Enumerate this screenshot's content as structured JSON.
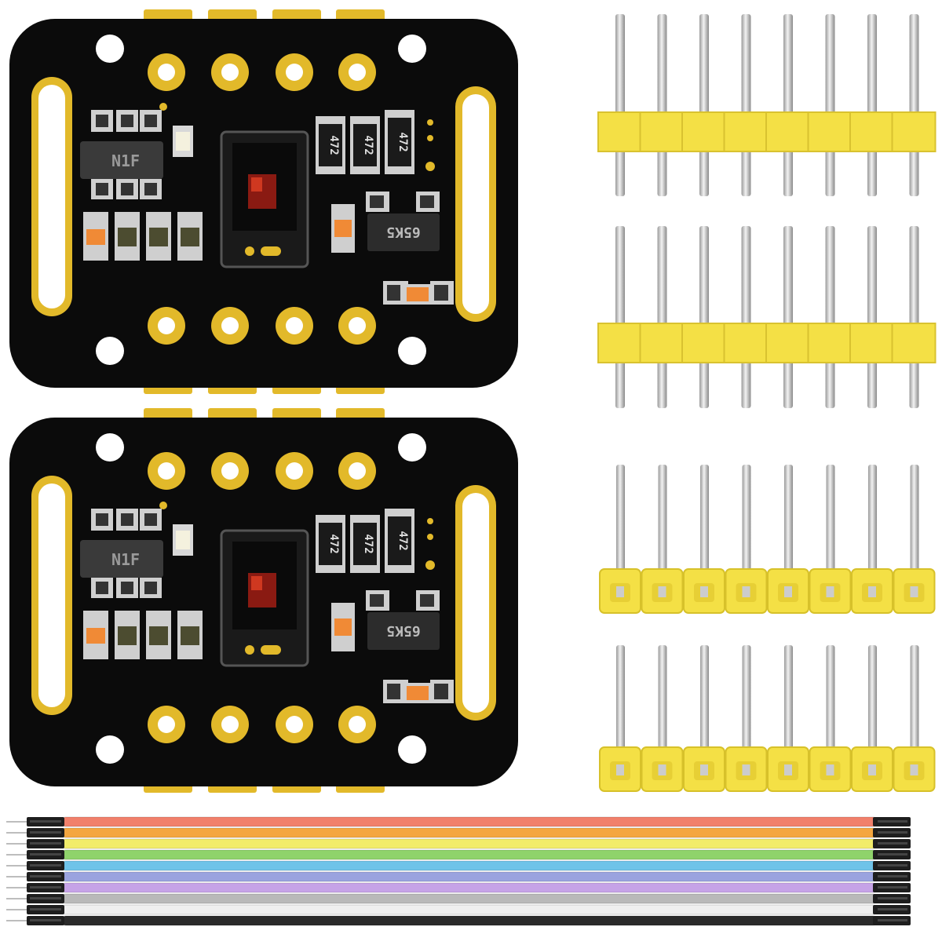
{
  "product": {
    "board_count": 2,
    "header_strips": {
      "straight": 2,
      "right_angle": 2,
      "pins_per_strip": 8
    },
    "jumper_wire_count": 10
  },
  "board": {
    "inductor_marking": "N1F",
    "resistor_markings": [
      "472",
      "472",
      "472"
    ],
    "regulator_marking": "65K5"
  },
  "colors": {
    "pcb": "#0b0b0b",
    "gold": "#e2b92a",
    "header_plastic": "#f4e045",
    "pin_metal": "#d9d9d9",
    "wires": [
      "#f1806b",
      "#f4a640",
      "#f2ec6a",
      "#8fd36b",
      "#6fc3e9",
      "#9aa3df",
      "#c6a3e7",
      "#b9b9b9",
      "#efefef",
      "#2a2a2a"
    ]
  }
}
